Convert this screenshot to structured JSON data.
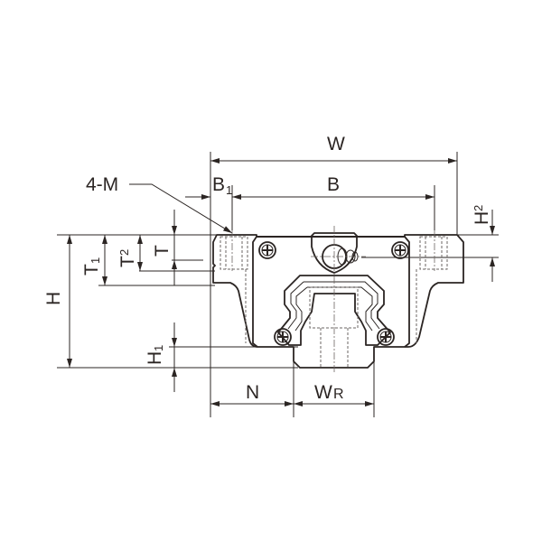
{
  "diagram": {
    "title": "Linear guide block dimension drawing",
    "colors": {
      "line": "#2b2523",
      "hidden": "#6b6563",
      "background": "#ffffff"
    },
    "labels": {
      "W": {
        "main": "W"
      },
      "B": {
        "main": "B"
      },
      "B1": {
        "main": "B",
        "sub": "1"
      },
      "M": {
        "main": "4-M"
      },
      "H": {
        "main": "H"
      },
      "H1": {
        "main": "H",
        "sub": "1"
      },
      "H2": {
        "main": "H",
        "sub": "2"
      },
      "T": {
        "main": "T"
      },
      "T1": {
        "main": "T",
        "sub": "1"
      },
      "T2": {
        "main": "T",
        "sub": "2"
      },
      "N": {
        "main": "N"
      },
      "WR": {
        "main": "W",
        "sub": "R"
      }
    },
    "components": [
      "carriage-block",
      "rail",
      "grease-nipple",
      "mounting-holes",
      "end-seal-screws"
    ]
  }
}
